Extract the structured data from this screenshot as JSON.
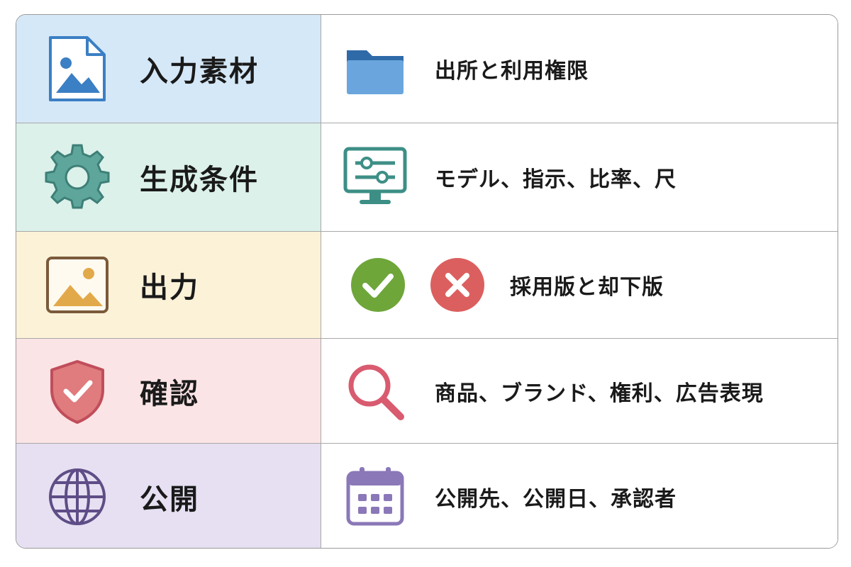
{
  "rows": [
    {
      "label": "入力素材",
      "description": "出所と利用権限",
      "label_icon": "image-file-icon",
      "desc_icon": "folder-icon",
      "bg": "#d5e8f7"
    },
    {
      "label": "生成条件",
      "description": "モデル、指示、比率、尺",
      "label_icon": "gear-icon",
      "desc_icon": "monitor-sliders-icon",
      "bg": "#dbf1ea"
    },
    {
      "label": "出力",
      "description": "採用版と却下版",
      "label_icon": "picture-icon",
      "desc_icon": "check-and-cross-icons",
      "bg": "#fcf2d8"
    },
    {
      "label": "確認",
      "description": "商品、ブランド、権利、広告表現",
      "label_icon": "shield-check-icon",
      "desc_icon": "magnifier-icon",
      "bg": "#fbe4e6"
    },
    {
      "label": "公開",
      "description": "公開先、公開日、承認者",
      "label_icon": "globe-icon",
      "desc_icon": "calendar-icon",
      "bg": "#e6e0f2"
    }
  ],
  "colors": {
    "blue": "#3b7fc4",
    "teal": "#3d8f86",
    "amber": "#e2a94a",
    "brown": "#7a5a3a",
    "green": "#6ea63a",
    "red": "#dc5f5f",
    "pink": "#d95b70",
    "purple": "#5e4d86",
    "lavender": "#8a78b8"
  }
}
